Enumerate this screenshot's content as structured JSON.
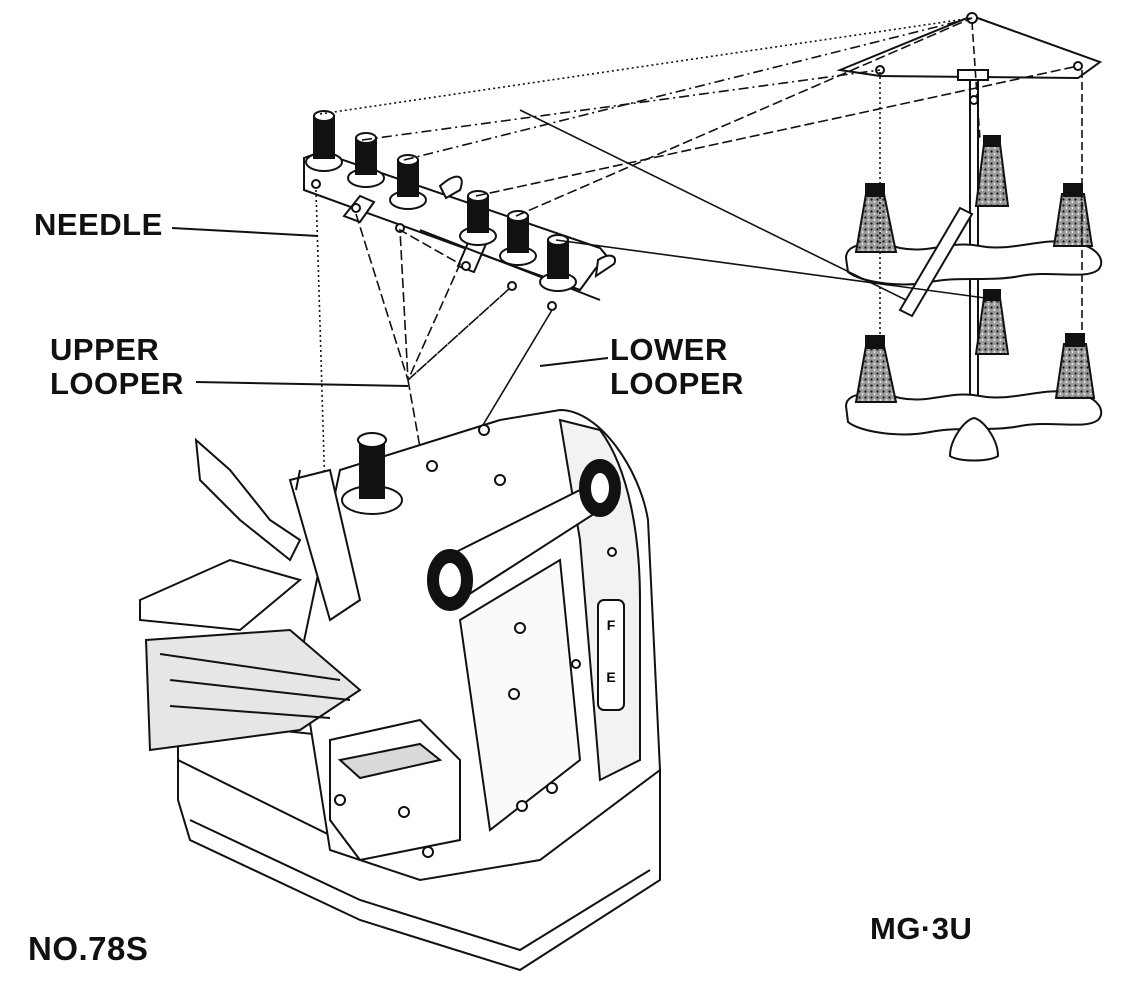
{
  "labels": {
    "needle": "NEEDLE",
    "upper_looper_line1": "UPPER",
    "upper_looper_line2": "LOOPER",
    "lower_looper_line1": "LOWER",
    "lower_looper_line2": "LOOPER",
    "model_number": "NO.78S",
    "stand_code": "MG·3U"
  },
  "scale_markings": {
    "top": "F",
    "bottom": "E"
  },
  "colors": {
    "ink": "#111111",
    "paper": "#ffffff",
    "shade": "#d9d9d9"
  }
}
